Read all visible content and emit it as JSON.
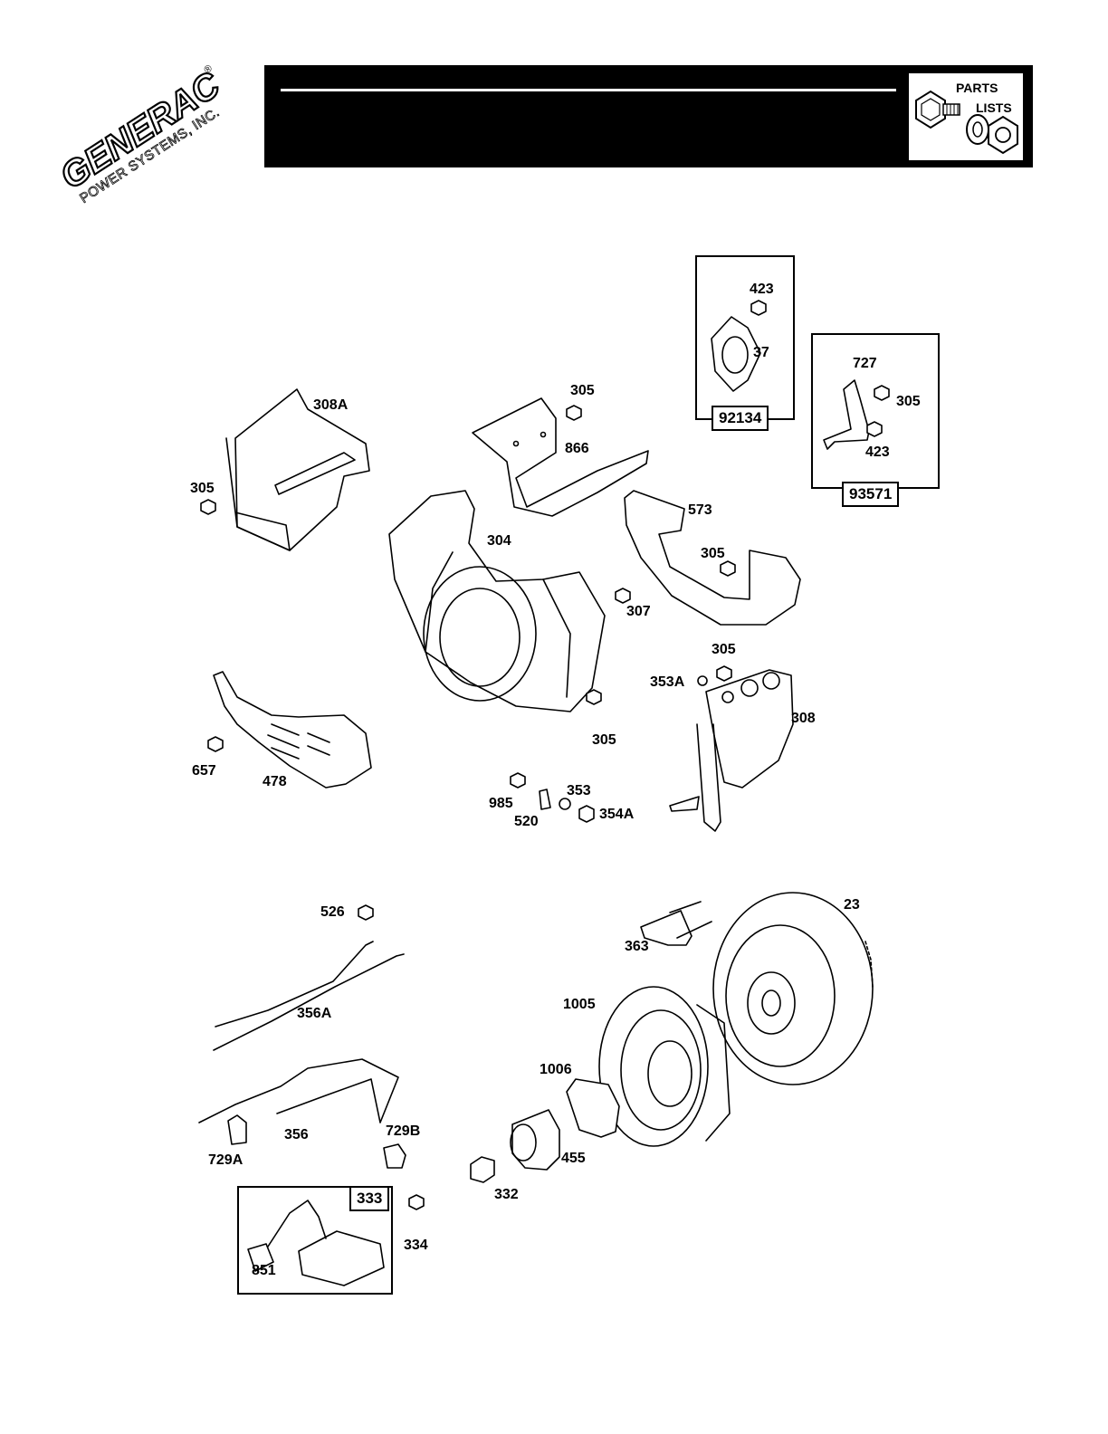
{
  "brand": {
    "name": "GENERAC",
    "subtitle": "POWER SYSTEMS, INC.",
    "registered": "®"
  },
  "header": {
    "badge_line1": "PARTS",
    "badge_line2": "LISTS"
  },
  "kits": [
    {
      "id": "kit-92134",
      "number": "92134"
    },
    {
      "id": "kit-93571",
      "number": "93571"
    },
    {
      "id": "kit-333",
      "number": "333"
    }
  ],
  "callouts": [
    "423",
    "37",
    "727",
    "305",
    "423",
    "305",
    "308A",
    "866",
    "305",
    "304",
    "573",
    "305",
    "307",
    "305",
    "353A",
    "308",
    "305",
    "657",
    "478",
    "985",
    "353",
    "520",
    "354A",
    "526",
    "23",
    "363",
    "356A",
    "1005",
    "1006",
    "729B",
    "356",
    "729A",
    "455",
    "332",
    "334",
    "851"
  ]
}
